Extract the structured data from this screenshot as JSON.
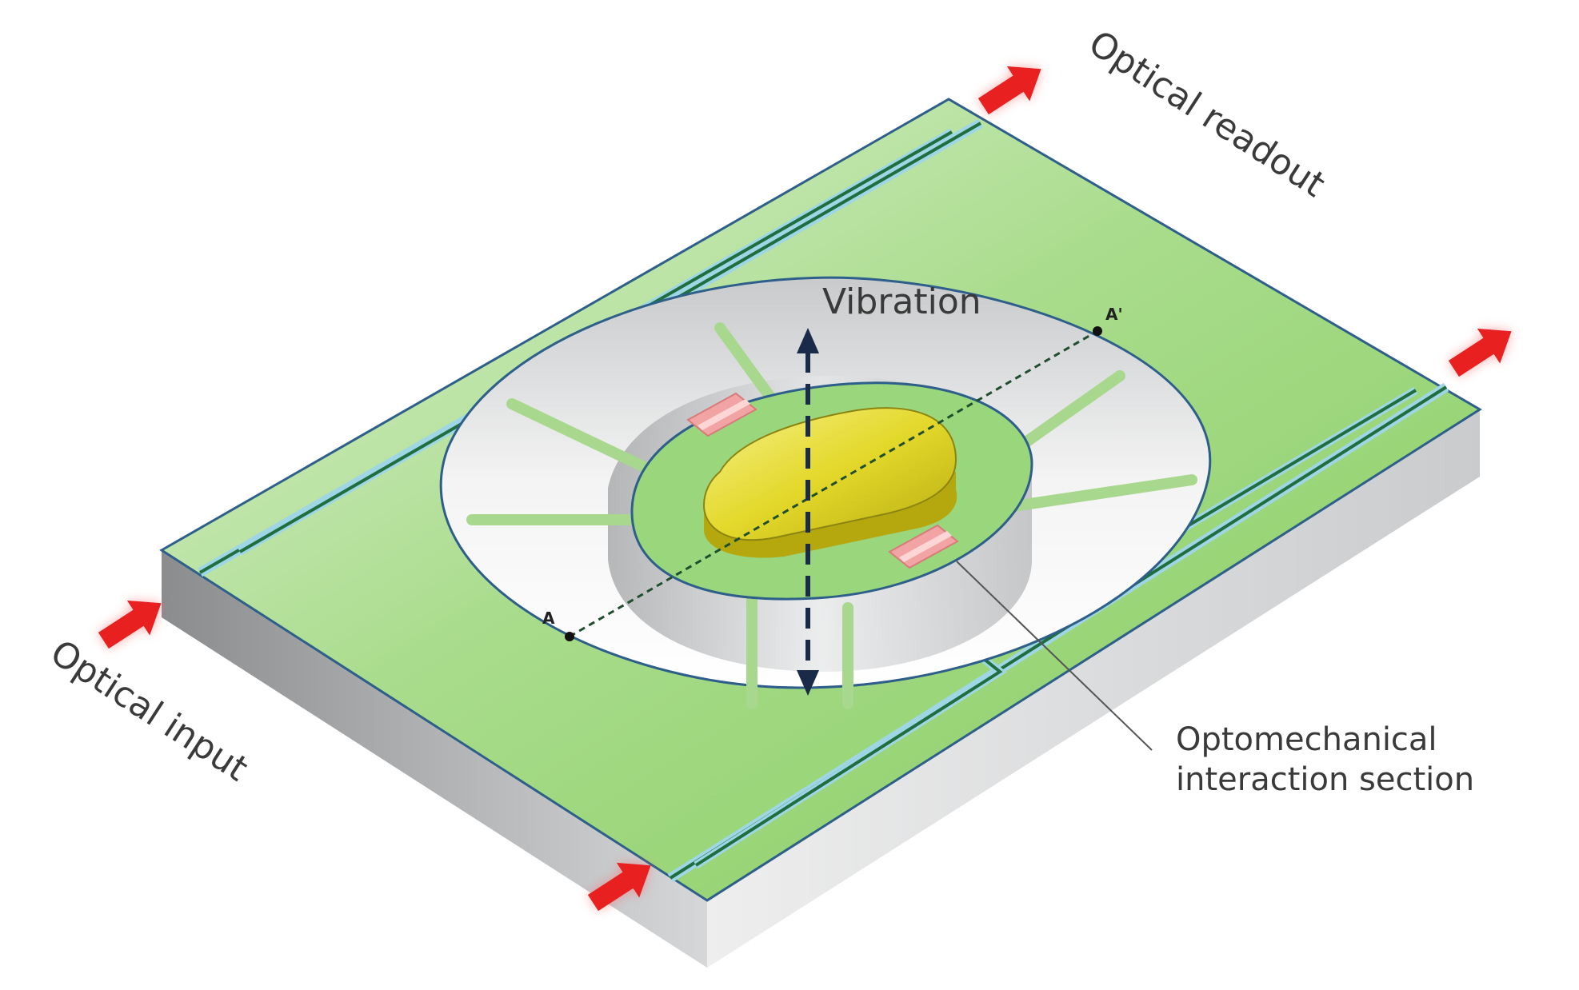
{
  "labels": {
    "optical_readout": "Optical readout",
    "optical_input": "Optical input",
    "vibration": "Vibration",
    "optomech_line1": "Optomechanical",
    "optomech_line2": "interaction section",
    "point_a": "A",
    "point_a_prime": "A'"
  },
  "colors": {
    "board_green": "#8dcf6a",
    "board_light": "#cfeac2",
    "waveguide_dark": "#1f6e3e",
    "waveguide_light": "#9fd6e6",
    "mass_yellow": "#e8de3a",
    "arrow_red": "#e82020",
    "side_gray": "#9a9c9e"
  }
}
